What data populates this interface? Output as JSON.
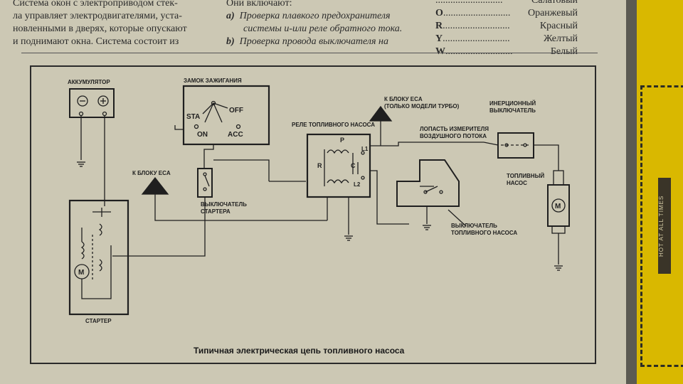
{
  "text_top": {
    "left_paragraph": [
      "Система окон с электроприводом стек-",
      "ла управляет электродвигателями, уста-",
      "новленными в дверях, которые опускают",
      "и поднимают окна. Система состоит из"
    ],
    "middle_header": "Они включают:",
    "middle_items": [
      {
        "marker": "a)",
        "text": "Проверка плавкого предохранителя"
      },
      {
        "marker": "",
        "text": "системы и-или реле обратного тока."
      },
      {
        "marker": "b)",
        "text": "Проверка провода выключателя на"
      }
    ]
  },
  "color_legend": [
    {
      "key": "",
      "dots": "...........................",
      "value": "Салатовый"
    },
    {
      "key": "O",
      "dots": "...........................",
      "value": "Оранжевый"
    },
    {
      "key": "R",
      "dots": "...........................",
      "value": "Красный"
    },
    {
      "key": "Y",
      "dots": "...........................",
      "value": "Желтый"
    },
    {
      "key": "W",
      "dots": "...........................",
      "value": "Белый"
    }
  ],
  "diagram": {
    "caption": "Типичная электрическая цепь топливного насоса",
    "labels": {
      "battery": "АККУМУЛЯТОР",
      "ignition_lock": "ЗАМОК ЗАЖИГАНИЯ",
      "sta": "STA",
      "off": "OFF",
      "on": "ON",
      "acc": "ACC",
      "to_eca_turbo_1": "К БЛОКУ ECA",
      "to_eca_turbo_2": "(ТОЛЬКО МОДЕЛИ ТУРБО)",
      "fuel_pump_relay": "РЕЛЕ ТОПЛИВНОГО НАСОСА",
      "inertia_switch_1": "ИНЕРЦИОННЫЙ",
      "inertia_switch_2": "ВЫКЛЮЧАТЕЛЬ",
      "airflow_flap_1": "ЛОПАСТЬ ИЗМЕРИТЕЛЯ",
      "airflow_flap_2": "ВОЗДУШНОГО ПОТОКА",
      "to_eca": "К БЛОКУ ECA",
      "starter_switch_1": "ВЫКЛЮЧАТЕЛЬ",
      "starter_switch_2": "СТАРТЕРА",
      "fuel_pump_1": "ТОПЛИВНЫЙ",
      "fuel_pump_2": "НАСОС",
      "pump_switch_1": "ВЫКЛЮЧАТЕЛЬ",
      "pump_switch_2": "ТОПЛИВНОГО НАСОСА",
      "starter": "СТАРТЕР",
      "relay_p": "P",
      "relay_r": "R",
      "relay_c": "C",
      "relay_l1": "L1",
      "relay_l2": "L2",
      "motor_m": "M",
      "minus": "⊖",
      "plus": "⊕"
    }
  },
  "spine": {
    "label": "HOT AT ALL TIMES"
  }
}
